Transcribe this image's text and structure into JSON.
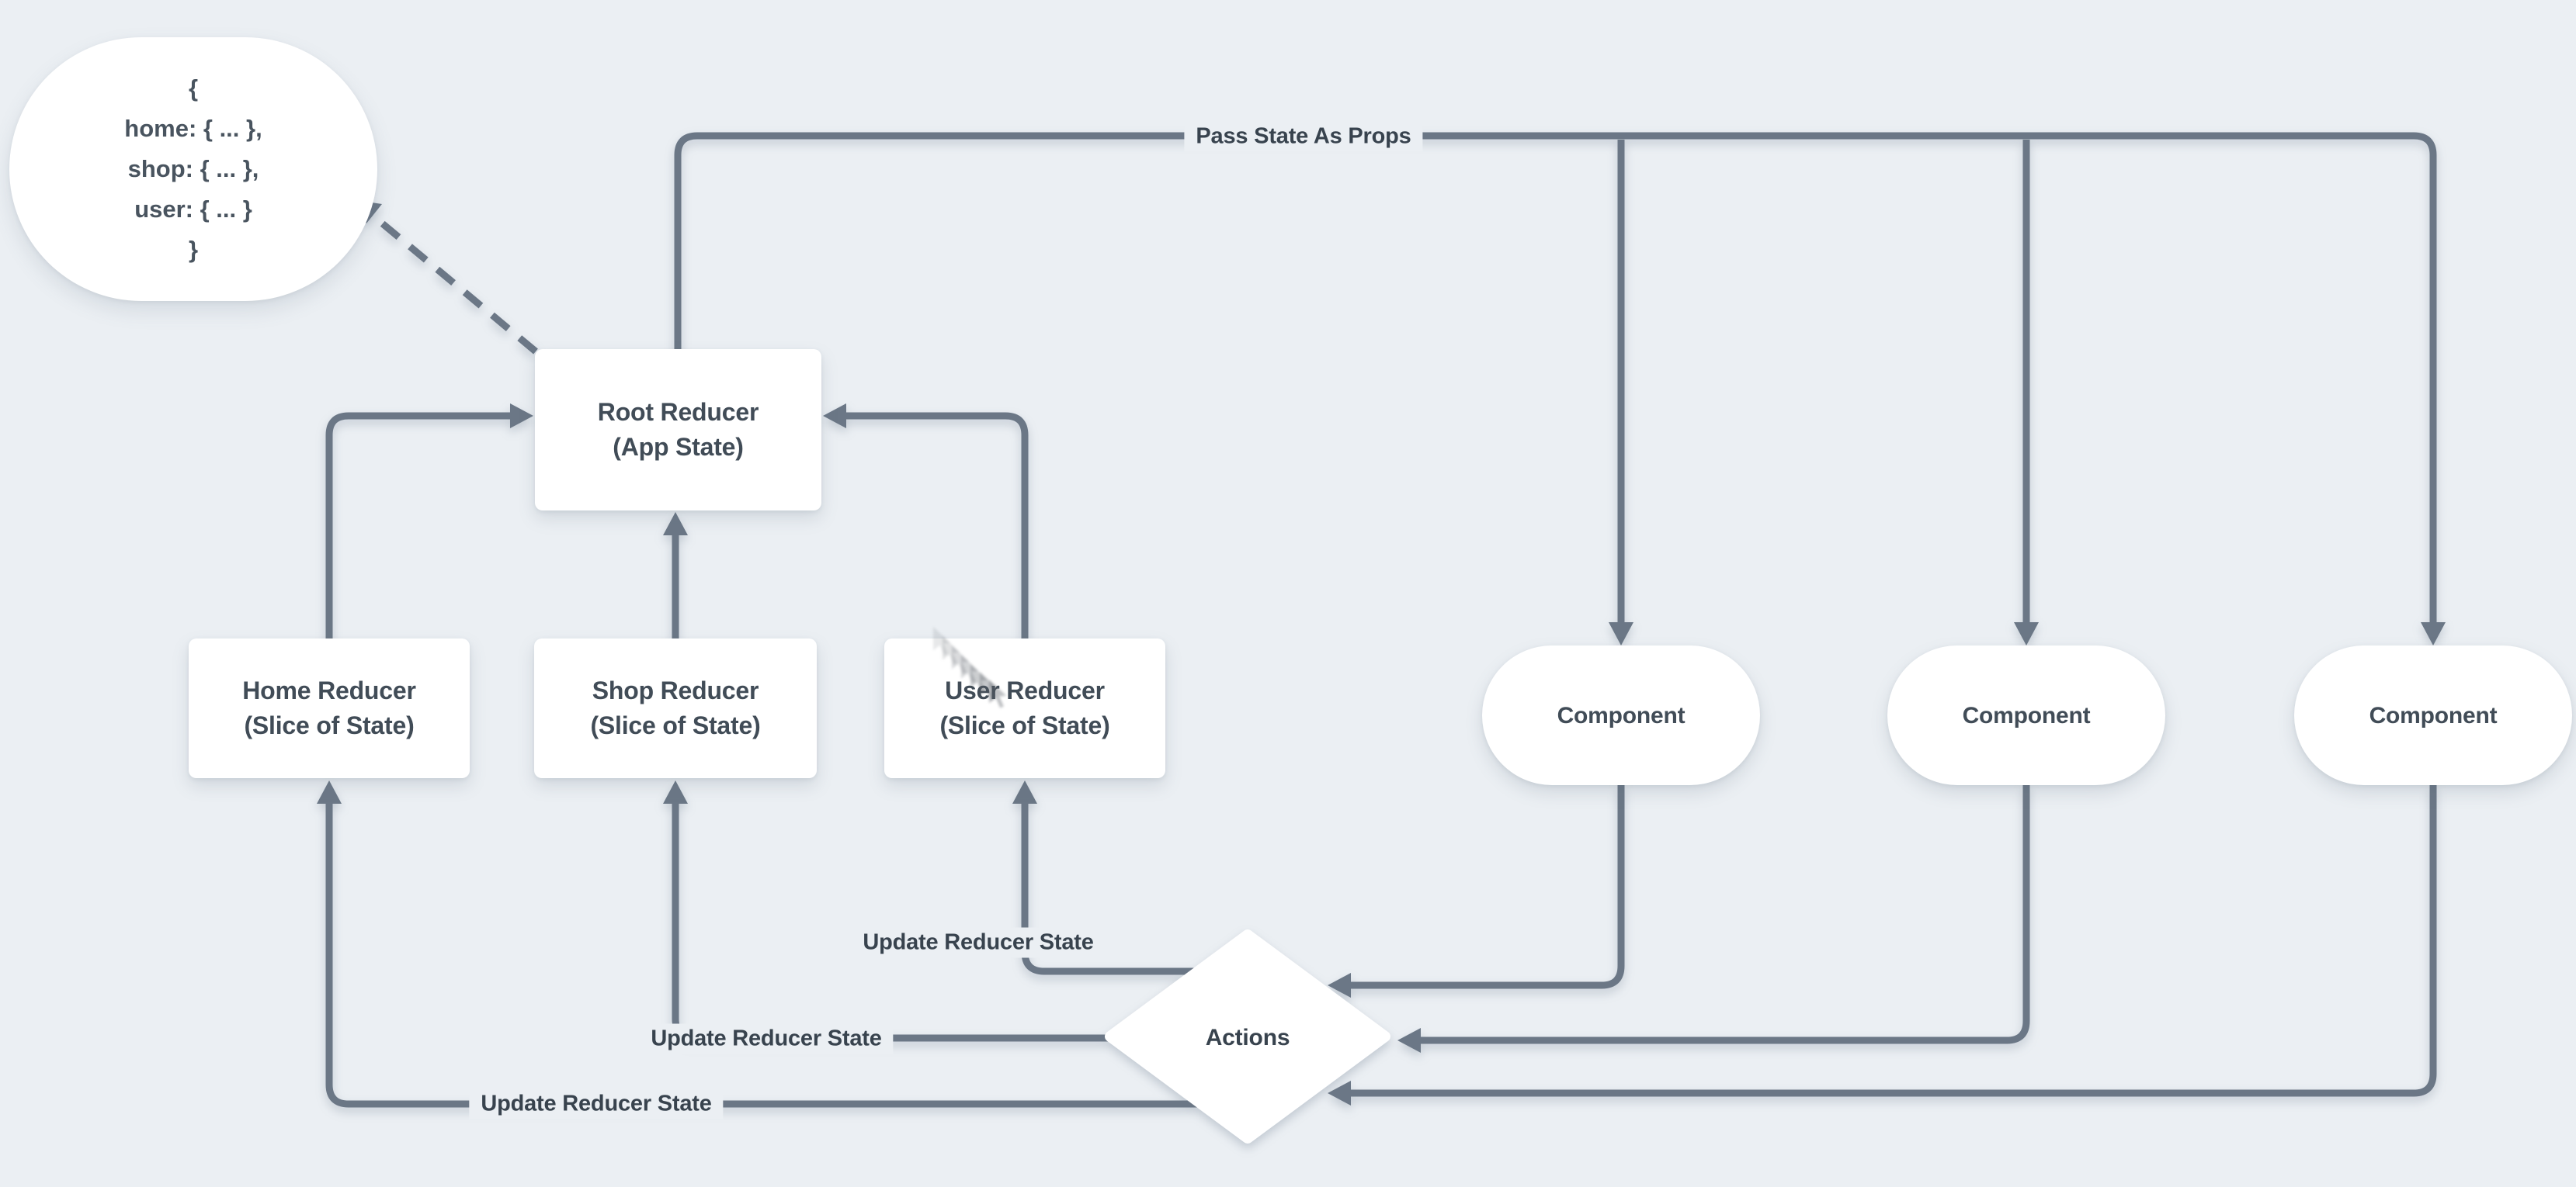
{
  "page": {
    "title": "Redux state flow diagram",
    "background_color": "#ebeff3",
    "line_color": "#6b7786",
    "text_color": "#414c57"
  },
  "state_bubble": {
    "line1": "{",
    "line2": "home: { ... },",
    "line3": "shop: { ... },",
    "line4": "user: { ... }",
    "line5": "}"
  },
  "nodes": {
    "root": {
      "line1": "Root Reducer",
      "line2": "(App State)"
    },
    "home": {
      "line1": "Home Reducer",
      "line2": "(Slice of State)"
    },
    "shop": {
      "line1": "Shop Reducer",
      "line2": "(Slice of State)"
    },
    "user": {
      "line1": "User Reducer",
      "line2": "(Slice of State)"
    },
    "components": [
      {
        "label": "Component"
      },
      {
        "label": "Component"
      },
      {
        "label": "Component"
      }
    ],
    "actions": {
      "label": "Actions"
    }
  },
  "edge_labels": {
    "pass_state": "Pass State As Props",
    "update_user": "Update Reducer State",
    "update_shop": "Update Reducer State",
    "update_home": "Update Reducer State"
  }
}
